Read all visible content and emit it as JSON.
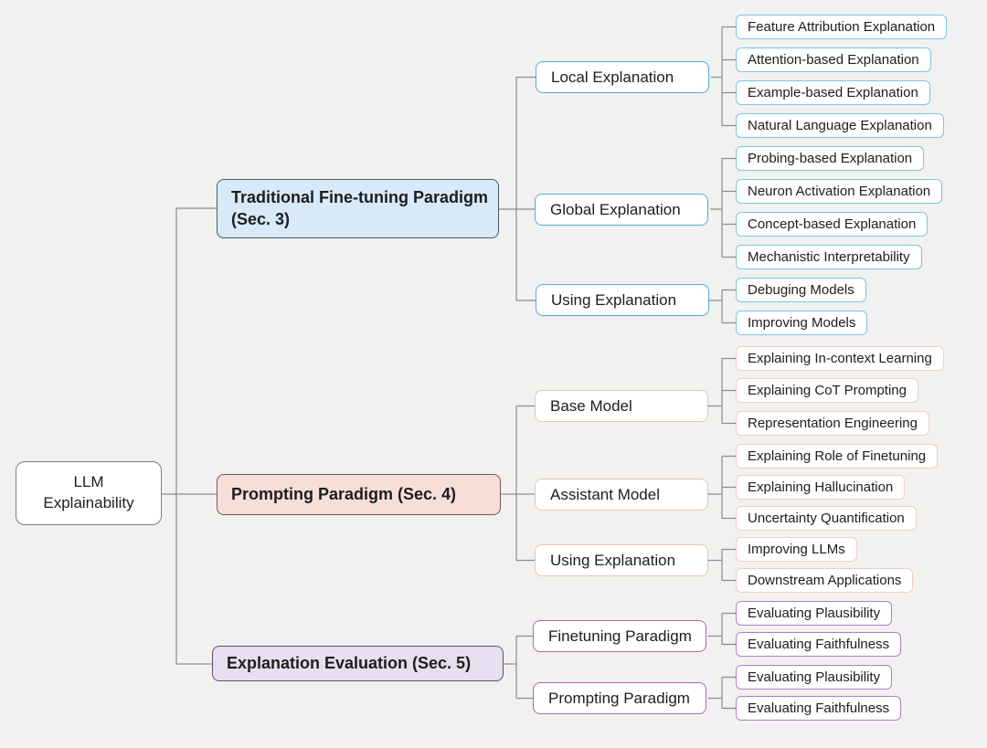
{
  "palette": {
    "background": "#f1f1ef",
    "connector": "#8c8c8c",
    "blue_fill": "#d8e9f7",
    "blue_border_strong": "#55aadc",
    "blue_border_light": "#7cc3e8",
    "pink_fill": "#f8ded9",
    "pink_border_strong": "#e8c2ba",
    "pink_border_light": "#efccc5",
    "purple_fill": "#e7dff0",
    "purple_border_strong": "#a667c5",
    "purple_border_light": "#b27ccd",
    "text": "#1d1d1f"
  },
  "root": {
    "label": "LLM Explainability"
  },
  "branches": [
    {
      "label": "Traditional Fine-tuning Paradigm (Sec. 3)",
      "children": [
        {
          "label": "Local Explanation",
          "leaves": [
            "Feature Attribution Explanation",
            "Attention-based Explanation",
            "Example-based Explanation",
            "Natural Language Explanation"
          ]
        },
        {
          "label": "Global Explanation",
          "leaves": [
            "Probing-based Explanation",
            "Neuron Activation Explanation",
            "Concept-based Explanation",
            "Mechanistic Interpretability"
          ]
        },
        {
          "label": "Using Explanation",
          "leaves": [
            "Debuging Models",
            "Improving Models"
          ]
        }
      ]
    },
    {
      "label": "Prompting Paradigm (Sec. 4)",
      "children": [
        {
          "label": "Base Model",
          "leaves": [
            "Explaining In-context Learning",
            "Explaining CoT Prompting",
            "Representation Engineering"
          ]
        },
        {
          "label": "Assistant Model",
          "leaves": [
            "Explaining Role of Finetuning",
            "Explaining Hallucination",
            "Uncertainty Quantification"
          ]
        },
        {
          "label": "Using Explanation",
          "leaves": [
            "Improving LLMs",
            "Downstream Applications"
          ]
        }
      ]
    },
    {
      "label": "Explanation Evaluation (Sec. 5)",
      "children": [
        {
          "label": "Finetuning Paradigm",
          "leaves": [
            "Evaluating Plausibility",
            "Evaluating Faithfulness"
          ]
        },
        {
          "label": "Prompting Paradigm",
          "leaves": [
            "Evaluating Plausibility",
            "Evaluating Faithfulness"
          ]
        }
      ]
    }
  ]
}
